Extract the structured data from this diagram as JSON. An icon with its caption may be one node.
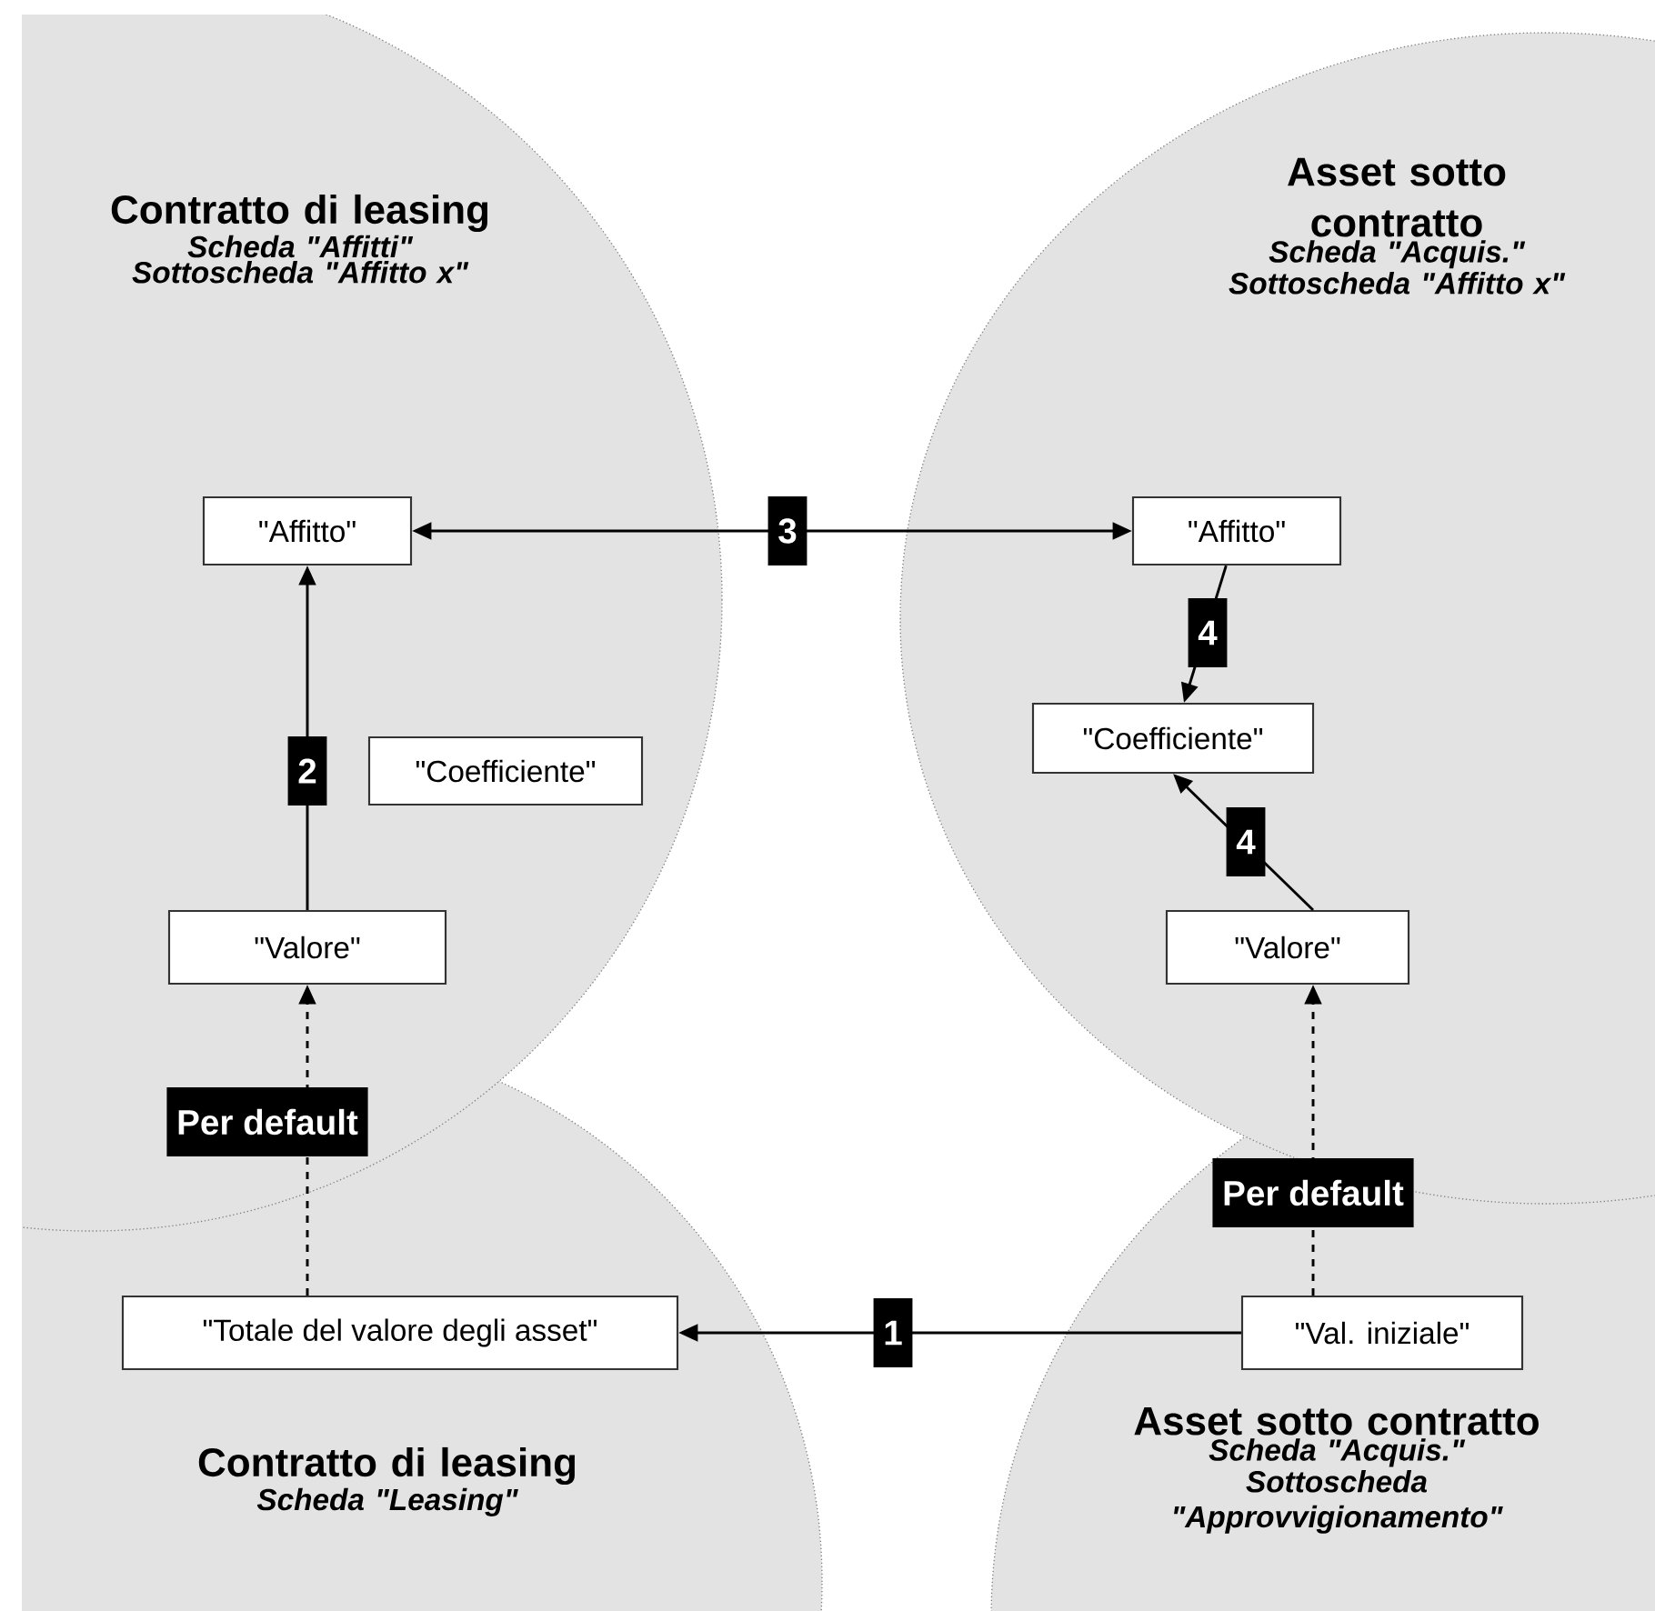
{
  "diagram": {
    "nodes": [
      {
        "text": [
          "Contratto di leasing",
          "Scheda \"Affitti\"",
          "Sottoscheda \"Affitto x\""
        ]
      },
      {
        "text": [
          "\"Affitto\""
        ],
        "in": 0
      },
      {
        "text": [
          "\"Coefficiente\""
        ],
        "in": 0
      },
      {
        "text": [
          "\"Valore\""
        ],
        "in": 0
      },
      {
        "text": [
          "Asset sotto contratto",
          "Scheda \"Acquis.\"",
          "Sottoscheda \"Affitto x\""
        ]
      },
      {
        "text": [
          "\"Affitto\""
        ],
        "in": 4
      },
      {
        "text": [
          "\"Coefficiente\""
        ],
        "in": 4
      },
      {
        "text": [
          "\"Valore\""
        ],
        "in": 4
      },
      {
        "text": [
          "Contratto di leasing",
          "Scheda \"Leasing\""
        ]
      },
      {
        "text": [
          "\"Totale del valore degli asset\""
        ],
        "in": 8
      },
      {
        "text": [
          "Asset sotto contratto",
          "Scheda \"Acquis.\"",
          "Sottoscheda \"Approvvigionamento\""
        ]
      },
      {
        "text": [
          "\"Val. iniziale\""
        ],
        "in": 10
      }
    ],
    "edges": [
      {
        "from": 5,
        "to": 1,
        "arrow": "both",
        "label": "3"
      },
      {
        "from": 3,
        "to": 1,
        "arrow": "to",
        "label": "2"
      },
      {
        "from": 5,
        "to": 6,
        "arrow": "to",
        "label": "4"
      },
      {
        "from": 7,
        "to": 6,
        "arrow": "to",
        "label": "4"
      },
      {
        "from": 9,
        "to": 3,
        "arrow": "to",
        "label": "Per default",
        "style": "dashed"
      },
      {
        "from": 11,
        "to": 7,
        "arrow": "to",
        "label": "Per default",
        "style": "dashed"
      },
      {
        "from": 11,
        "to": 9,
        "arrow": "to",
        "label": "1"
      }
    ]
  }
}
